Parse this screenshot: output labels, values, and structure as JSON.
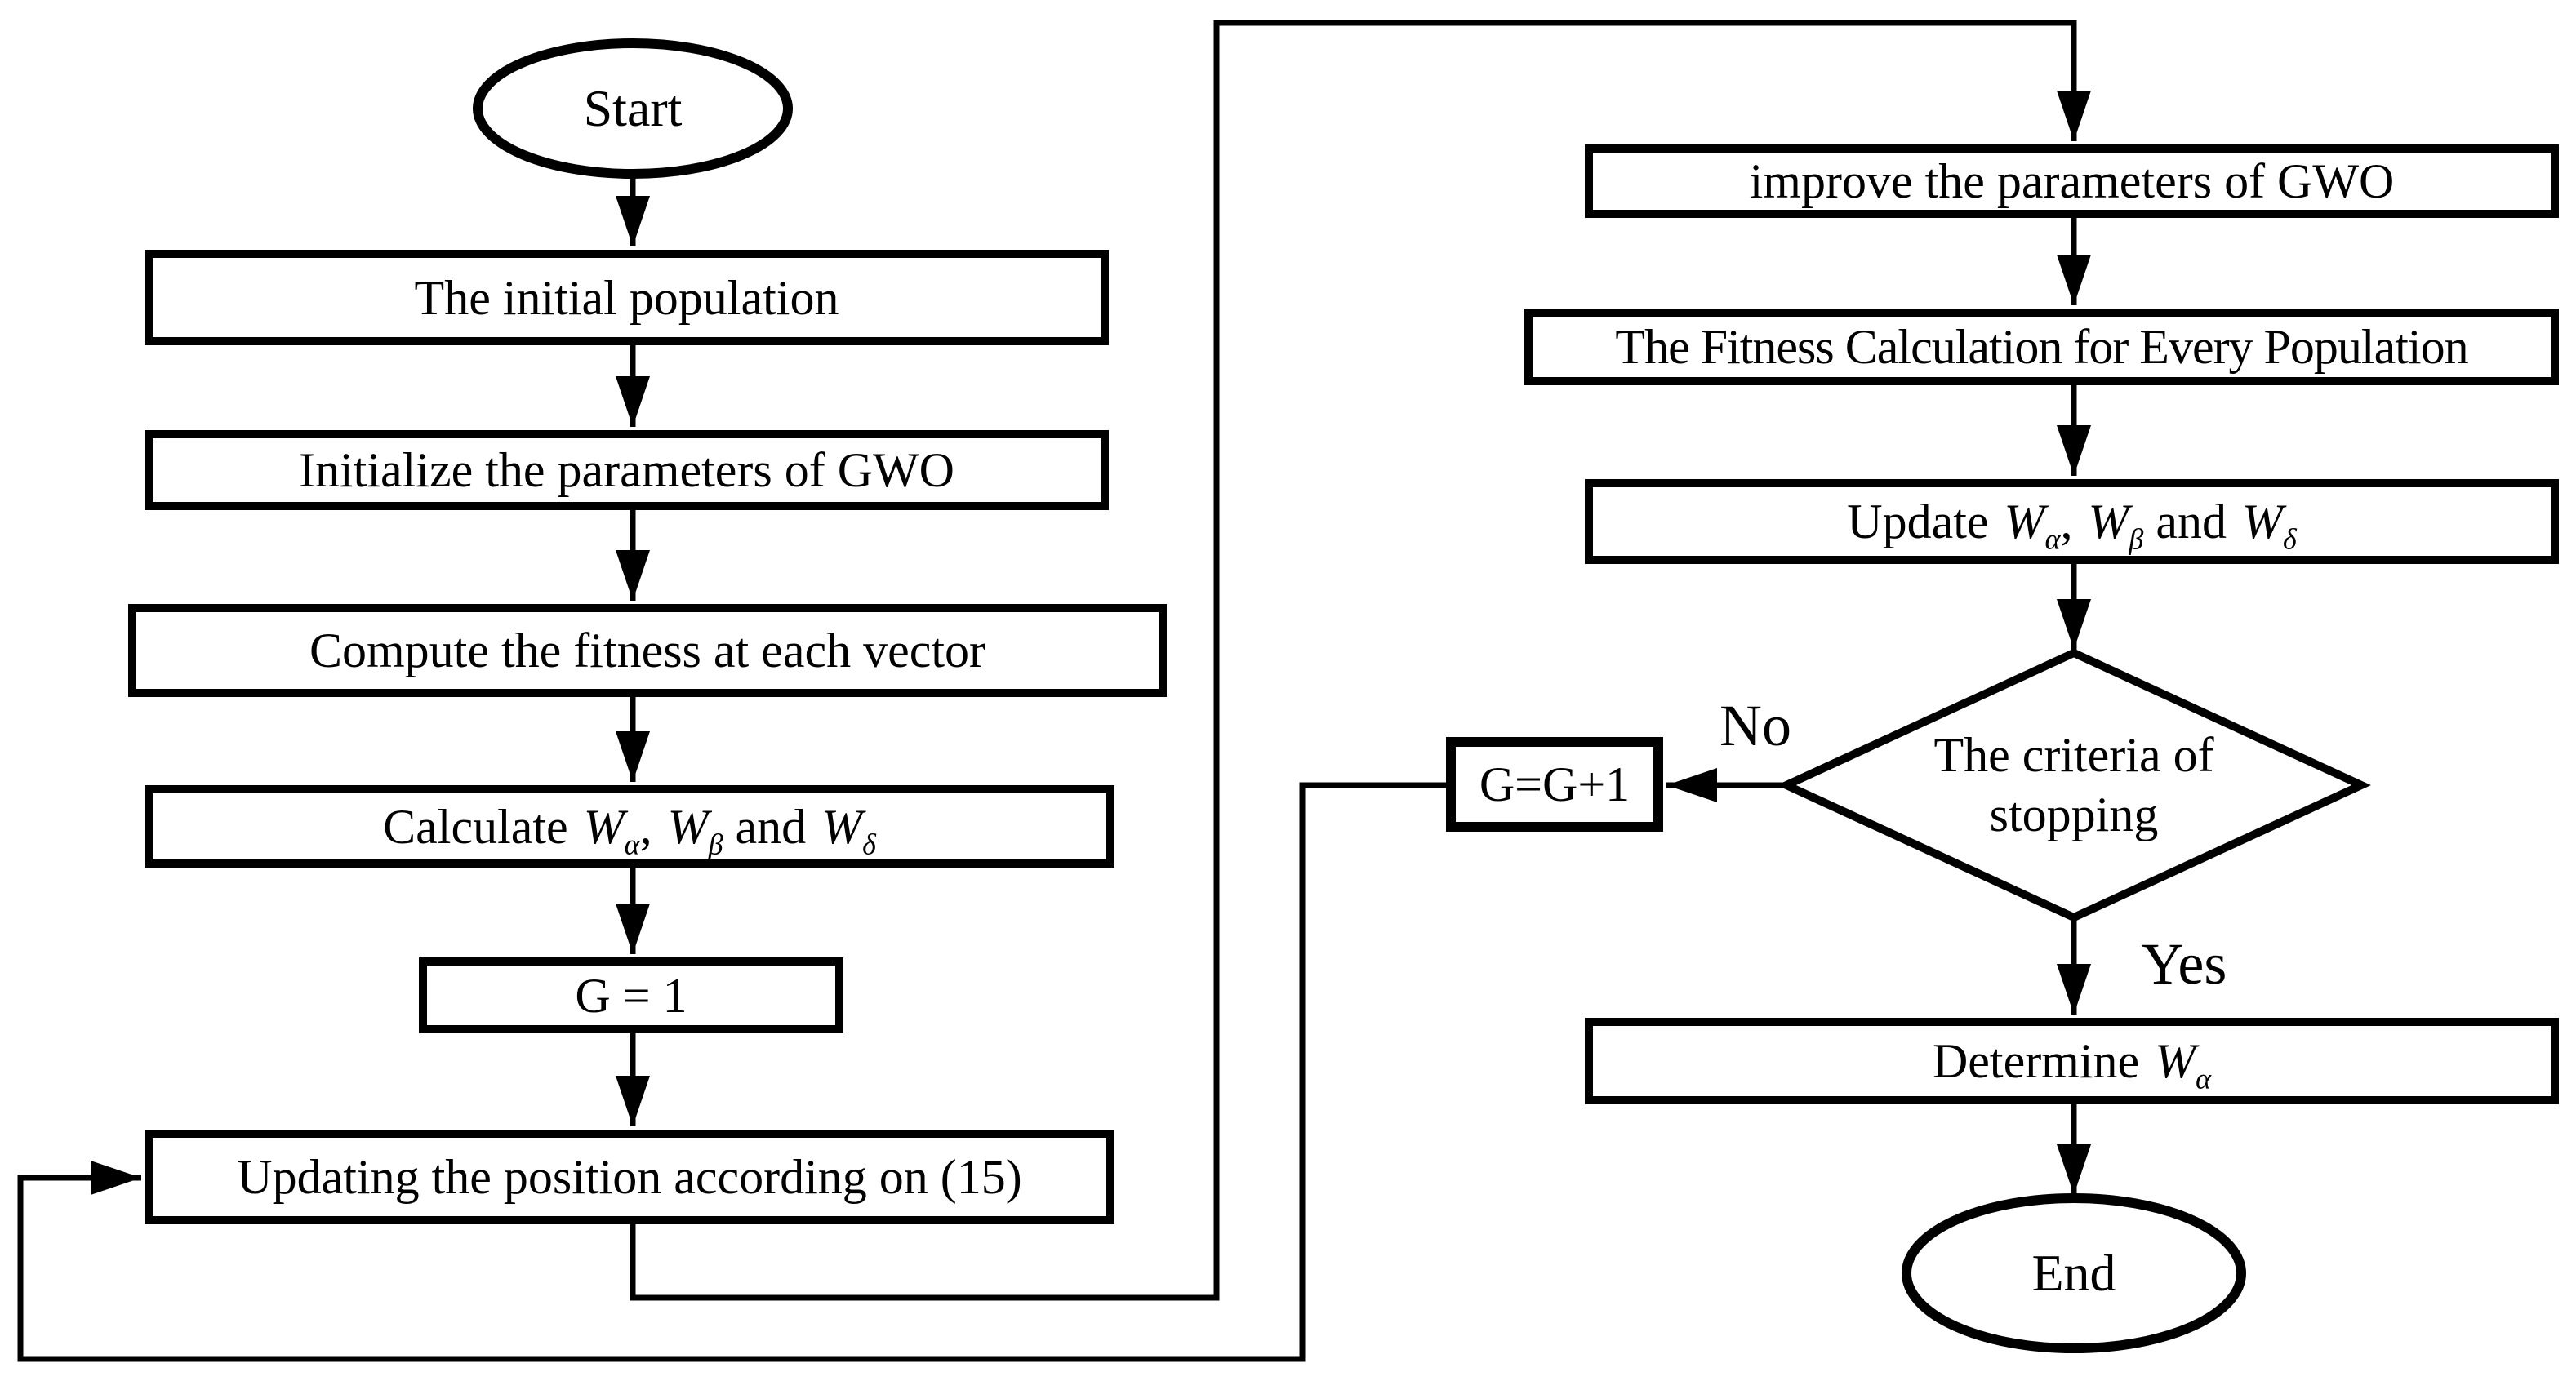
{
  "canvas": {
    "background": "#ffffff",
    "stroke_color": "#000000"
  },
  "nodes": {
    "start": {
      "type": "terminator",
      "label": "Start"
    },
    "initial_population": {
      "type": "process",
      "label": "The initial population"
    },
    "initialize_parameters": {
      "type": "process",
      "label": "Initialize the parameters of GWO"
    },
    "compute_fitness": {
      "type": "process",
      "label": "Compute the fitness at each vector"
    },
    "calculate_w": {
      "type": "process",
      "parts": [
        {
          "t": "Calculate "
        },
        {
          "t": "W",
          "s": "var"
        },
        {
          "t": "α",
          "s": "sub"
        },
        {
          "t": ", "
        },
        {
          "t": "W",
          "s": "var"
        },
        {
          "t": "β",
          "s": "sub"
        },
        {
          "t": "  and "
        },
        {
          "t": "W",
          "s": "var"
        },
        {
          "t": "δ",
          "s": "sub"
        }
      ]
    },
    "g_init": {
      "type": "process",
      "label": "G = 1"
    },
    "updating_position": {
      "type": "process",
      "label": "Updating the position according on (15)"
    },
    "improve_parameters": {
      "type": "process",
      "label": "improve the parameters of GWO"
    },
    "fitness_calculation": {
      "type": "process",
      "label": "The Fitness Calculation for Every Population"
    },
    "update_w": {
      "type": "process",
      "parts": [
        {
          "t": "Update "
        },
        {
          "t": "W",
          "s": "var"
        },
        {
          "t": "α",
          "s": "sub"
        },
        {
          "t": ", "
        },
        {
          "t": "W",
          "s": "var"
        },
        {
          "t": "β",
          "s": "sub"
        },
        {
          "t": "  and "
        },
        {
          "t": "W",
          "s": "var"
        },
        {
          "t": "δ",
          "s": "sub"
        }
      ]
    },
    "stopping_criteria": {
      "type": "decision",
      "line1": "The criteria of",
      "line2": "stopping"
    },
    "g_increment": {
      "type": "process",
      "label": "G=G+1"
    },
    "determine_w": {
      "type": "process",
      "parts": [
        {
          "t": "Determine "
        },
        {
          "t": "W",
          "s": "var"
        },
        {
          "t": "α",
          "s": "sub"
        }
      ]
    },
    "end": {
      "type": "terminator",
      "label": "End"
    }
  },
  "edge_labels": {
    "no": "No",
    "yes": "Yes"
  }
}
